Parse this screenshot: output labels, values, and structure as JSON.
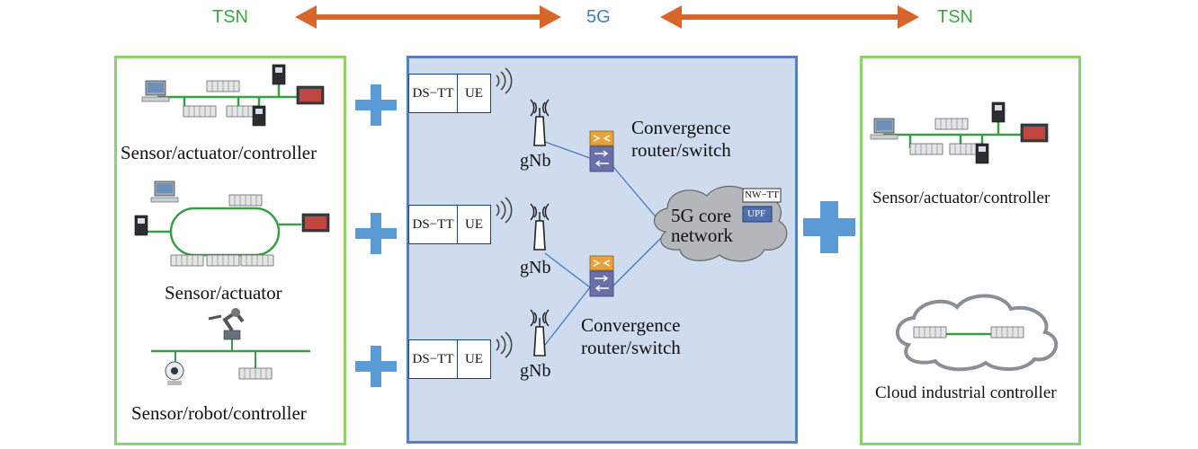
{
  "header": {
    "tsn_left": "TSN",
    "five_g": "5G",
    "tsn_right": "TSN"
  },
  "left_panel": {
    "captions": [
      "Sensor/actuator/controller",
      "Sensor/actuator",
      "Sensor/robot/controller"
    ]
  },
  "middle_panel": {
    "device_ds": "DS−TT",
    "device_ue": "UE",
    "gnb": "gNb",
    "switch_label_line1": "Convergence",
    "switch_label_line2": "router/switch",
    "core_line1": "5G core",
    "core_line2": "network",
    "nwtt": "NW−TT",
    "upf": "UPF"
  },
  "right_panel": {
    "caption_top": "Sensor/actuator/controller",
    "caption_bottom": "Cloud industrial controller"
  },
  "colors": {
    "tsn_green": "#3aa842",
    "five_g_blue": "#3d7fc6",
    "arrow_orange": "#d8652a",
    "plus_blue": "#5b9bd5",
    "panel_green": "#8fd16a",
    "mid_fill": "#cfdcef",
    "mid_border": "#5a7fbf"
  }
}
